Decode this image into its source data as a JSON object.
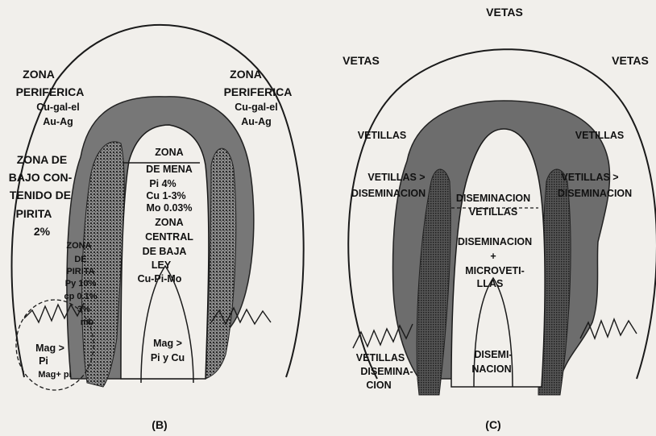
{
  "panel_b": {
    "caption": "(B)",
    "labels": {
      "zona_periferica_left": [
        "ZONA",
        "PERIFERICA",
        "Cu-gal-el",
        "Au-Ag"
      ],
      "zona_periferica_right": [
        "ZONA",
        "PERIFERICA",
        "Cu-gal-el",
        "Au-Ag"
      ],
      "zona_bajo_contenido": [
        "ZONA DE",
        "BAJO CON-",
        "TENIDO DE",
        "PIRITA",
        "2%"
      ],
      "zona_mena": [
        "ZONA",
        "DE MENA",
        "Pi  4%",
        "Cu 1-3%",
        "Mo 0.03%"
      ],
      "zona_central": [
        "ZONA",
        "CENTRAL",
        "DE BAJA",
        "LEY",
        "Cu-Pi-Mo"
      ],
      "zona_pirita": [
        "ZONA",
        "DE",
        "PIRITA",
        "Py 10%",
        "cp 0.1%",
        "3%",
        "mb"
      ],
      "mag_pi_left": [
        "Mag >",
        "Pi",
        "Mag+ pi"
      ],
      "mag_pi_center": [
        "Mag >",
        "Pi y Cu"
      ]
    }
  },
  "panel_c": {
    "caption": "(C)",
    "labels": {
      "vetas_top": [
        "VETAS"
      ],
      "vetas_left": [
        "VETAS"
      ],
      "vetas_right": [
        "VETAS"
      ],
      "vetillas_left": [
        "VETILLAS"
      ],
      "vetillas_right": [
        "VETILLAS"
      ],
      "vetillas_disem_left": [
        "VETILLAS >",
        "DISEMINACION"
      ],
      "vetillas_disem_right": [
        "VETILLAS >",
        "DISEMINACION"
      ],
      "disem_vetillas_center": [
        "DISEMINACION",
        "VETILLAS"
      ],
      "disem_micro": [
        "DISEMINACION",
        "+",
        "MICROVETI-",
        "LLAS"
      ],
      "vetillas_disem_bottom": [
        "VETILLAS",
        "DISEMINA-",
        "CION"
      ],
      "diseminacion_bottom": [
        "DISEMI-",
        "NACION"
      ]
    }
  },
  "colors": {
    "background": "#f1efeb",
    "dark_zone": "#7a7a7a",
    "stipple_zone": "#4a4a4a",
    "outline": "#1a1a1a"
  }
}
